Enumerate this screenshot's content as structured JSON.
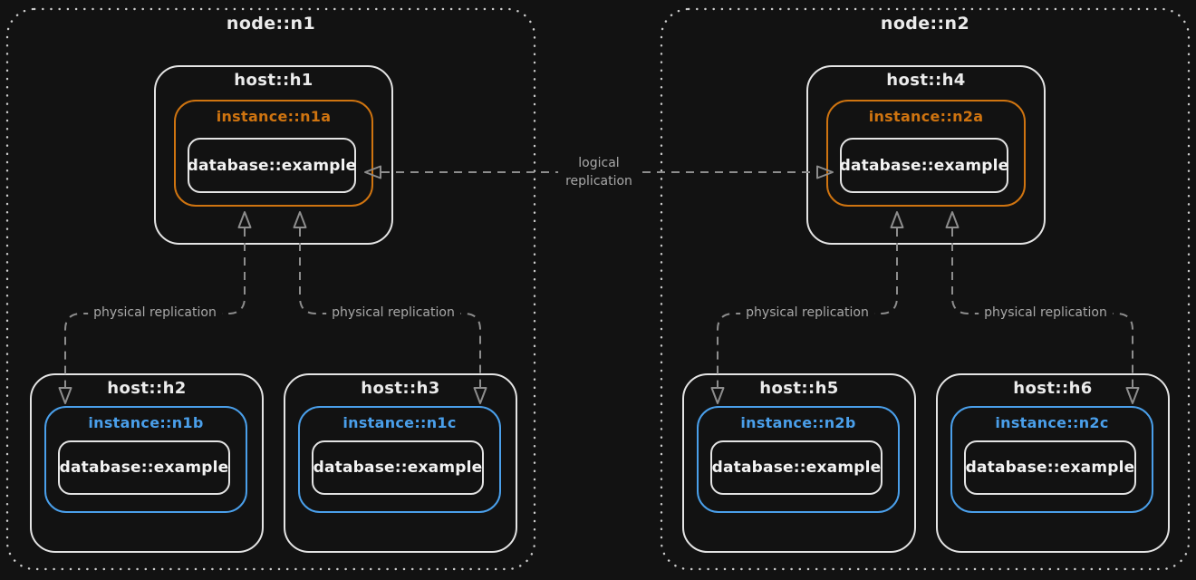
{
  "colors": {
    "bg": "#121212",
    "node_border": "#cccccc",
    "box_border": "#e4e4e4",
    "title": "#ebebeb",
    "db_text": "#f3f3f3",
    "orange": "#cf7410",
    "blue": "#4a9fea",
    "edge": "#8d8d8d",
    "elabel": "#a8a8a8"
  },
  "nodes": [
    {
      "label": "node::n1"
    },
    {
      "label": "node::n2"
    }
  ],
  "hosts": [
    {
      "label": "host::h1",
      "instance": {
        "label": "instance::n1a",
        "color": "orange",
        "database": {
          "label": "database::example"
        }
      }
    },
    {
      "label": "host::h2",
      "instance": {
        "label": "instance::n1b",
        "color": "blue",
        "database": {
          "label": "database::example"
        }
      }
    },
    {
      "label": "host::h3",
      "instance": {
        "label": "instance::n1c",
        "color": "blue",
        "database": {
          "label": "database::example"
        }
      }
    },
    {
      "label": "host::h4",
      "instance": {
        "label": "instance::n2a",
        "color": "orange",
        "database": {
          "label": "database::example"
        }
      }
    },
    {
      "label": "host::h5",
      "instance": {
        "label": "instance::n2b",
        "color": "blue",
        "database": {
          "label": "database::example"
        }
      }
    },
    {
      "label": "host::h6",
      "instance": {
        "label": "instance::n2c",
        "color": "blue",
        "database": {
          "label": "database::example"
        }
      }
    }
  ],
  "edges": {
    "logical": {
      "line1": "logical",
      "line2": "replication"
    },
    "physical": [
      {
        "label": "physical replication"
      },
      {
        "label": "physical replication"
      },
      {
        "label": "physical replication"
      },
      {
        "label": "physical replication"
      }
    ]
  }
}
